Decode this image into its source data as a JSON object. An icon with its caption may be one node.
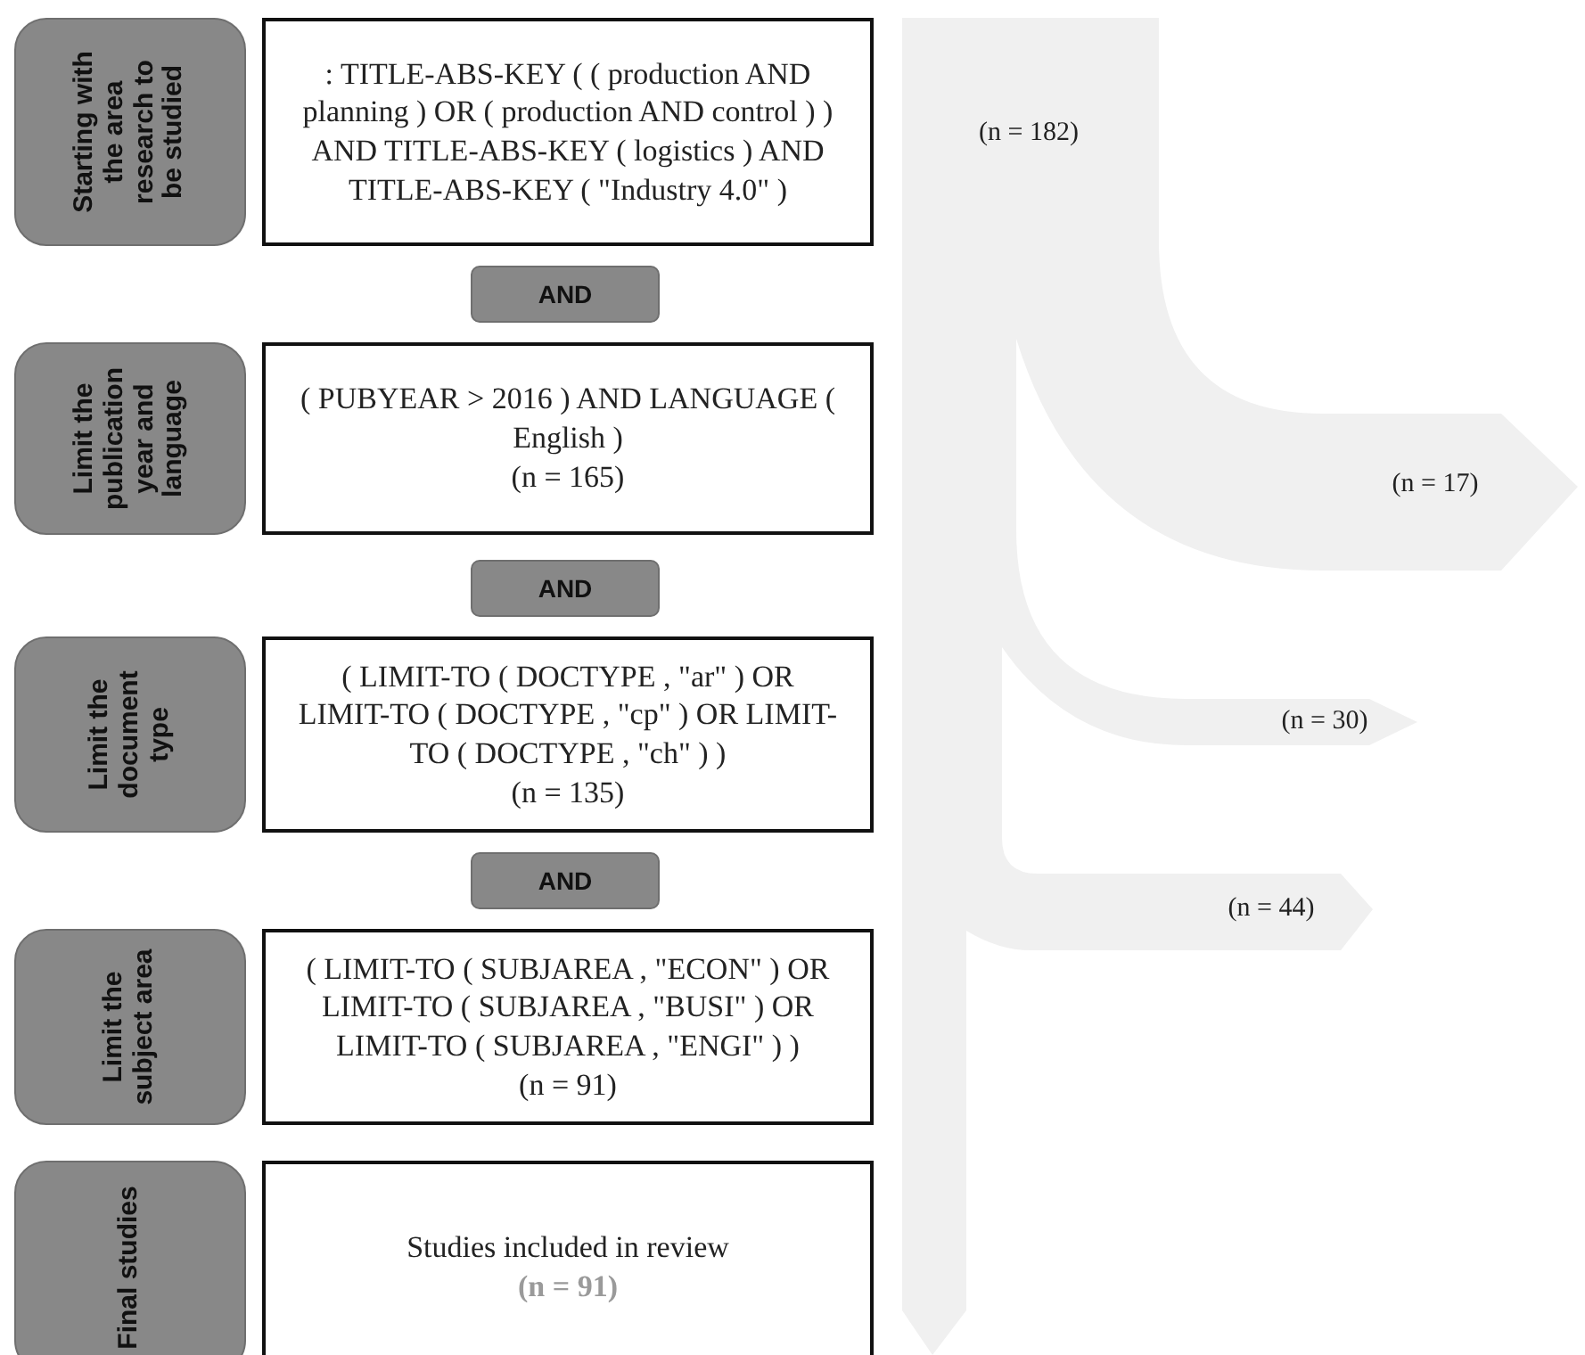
{
  "diagram": {
    "nodes": [
      {
        "text": [
          "Starting with the area research to be studied"
        ]
      },
      {
        "text": [
          ": TITLE-ABS-KEY ( ( production AND planning ) OR ( production AND control ) ) AND TITLE-ABS-KEY ( logistics ) AND TITLE-ABS-KEY ( \"Industry 4.0\" )"
        ]
      },
      {
        "text": [
          "AND"
        ]
      },
      {
        "text": [
          "Limit the publication year and language"
        ]
      },
      {
        "text": [
          "( PUBYEAR > 2016 ) AND LANGUAGE ( English )",
          "(n = 165)"
        ]
      },
      {
        "text": [
          "AND"
        ]
      },
      {
        "text": [
          "Limit the document type"
        ]
      },
      {
        "text": [
          "( LIMIT-TO ( DOCTYPE , \"ar\" ) OR LIMIT-TO ( DOCTYPE , \"cp\" ) OR LIMIT-TO ( DOCTYPE , \"ch\" ) )",
          "(n = 135)"
        ]
      },
      {
        "text": [
          "AND"
        ]
      },
      {
        "text": [
          "Limit the subject area"
        ]
      },
      {
        "text": [
          "( LIMIT-TO ( SUBJAREA , \"ECON\" ) OR LIMIT-TO ( SUBJAREA , \"BUSI\" ) OR LIMIT-TO ( SUBJAREA , \"ENGI\" ) )",
          "(n = 91)"
        ]
      },
      {
        "text": [
          "Final studies"
        ]
      },
      {
        "text": [
          "Studies included in review",
          "(n = 91)"
        ]
      }
    ],
    "labels": [
      "(n = 182)",
      "(n = 17)",
      "(n = 30)",
      "(n = 44)"
    ]
  }
}
